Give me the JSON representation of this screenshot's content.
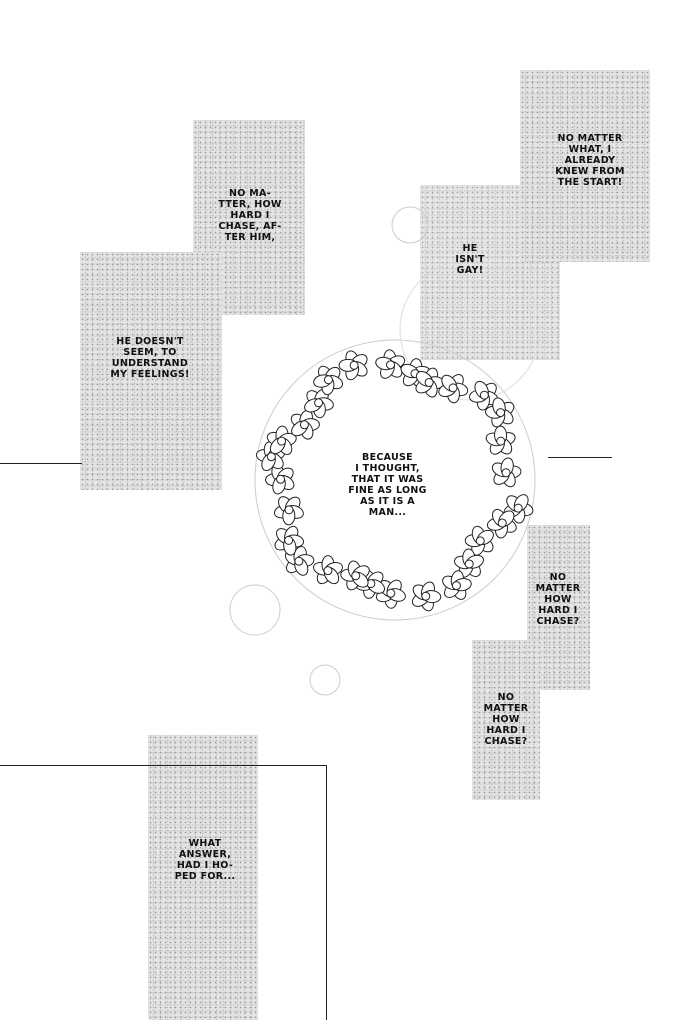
{
  "captions": {
    "chase_after": "NO MA-\nTTER, HOW\nHARD I\nCHASE, AF-\nTER HIM,",
    "feelings": "HE DOESN'T\nSEEM, TO\nUNDERSTAND\nMY FEELINGS!",
    "knew": "NO MATTER\nWHAT, I\nALREADY\nKNEW FROM\nTHE START!",
    "not_gay": "HE\nISN'T\nGAY!",
    "because": "BECAUSE\nI THOUGHT,\nTHAT IT WAS\nFINE AS LONG\nAS IT IS A\nMAN...",
    "chase1": "NO\nMATTER\nHOW\nHARD I\nCHASE?",
    "chase2": "NO\nMATTER\nHOW\nHARD I\nCHASE?",
    "answer": "WHAT\nANSWER,\nHAD I HO-\nPED FOR..."
  }
}
